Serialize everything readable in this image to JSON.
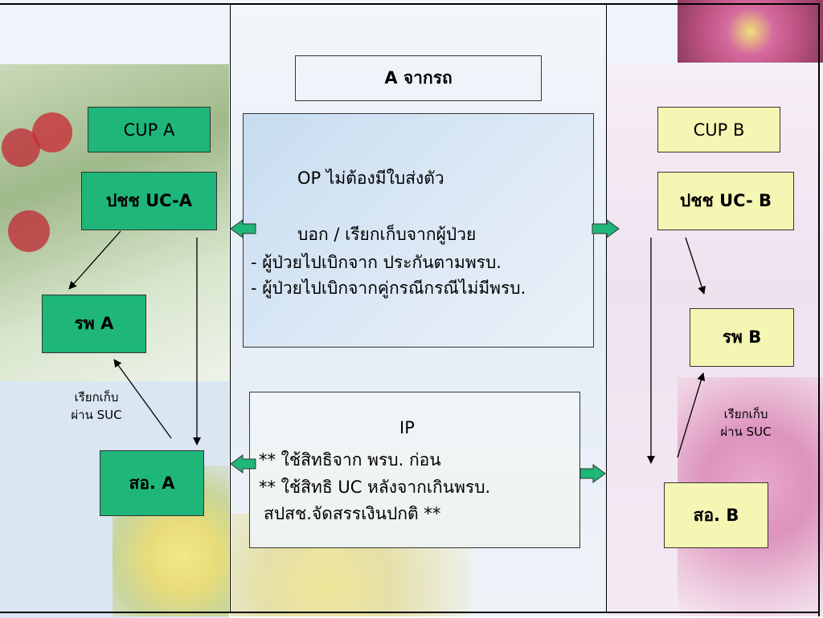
{
  "title_box": "A   จากรถ",
  "left": {
    "cup": "CUP    A",
    "uc": "ปชช  UC-A",
    "hospital": "รพ A",
    "health_center": "สอ. A",
    "note_line1": "เรียกเก็บ",
    "note_line2": "ผ่าน SUC"
  },
  "right": {
    "cup": "CUP   B",
    "uc": "ปชช  UC- B",
    "hospital": "รพ B",
    "health_center": "สอ. B",
    "note_line1": "เรียกเก็บ",
    "note_line2": "ผ่าน SUC"
  },
  "op": {
    "line1": "OP      ไม่ต้องมีใบส่งตัว",
    "line2": "บอก  /  เรียกเก็บจากผู้ป่วย",
    "line3": "- ผู้ป่วยไปเบิกจาก ประกันตามพรบ.",
    "line4": "- ผู้ป่วยไปเบิกจากคู่กรณีกรณีไม่มีพรบ."
  },
  "ip": {
    "line1": "IP",
    "line2": "**  ใช้สิทธิจาก พรบ. ก่อน",
    "line3": "**  ใช้สิทธิ UC หลังจากเกินพรบ.",
    "line4": "สปสช.จัดสรรเงินปกติ  **"
  },
  "colors": {
    "cup_a_fill": "#1fb67a",
    "cup_b_fill": "#f6f6b4",
    "arrow_fill": "#1fb67a"
  }
}
